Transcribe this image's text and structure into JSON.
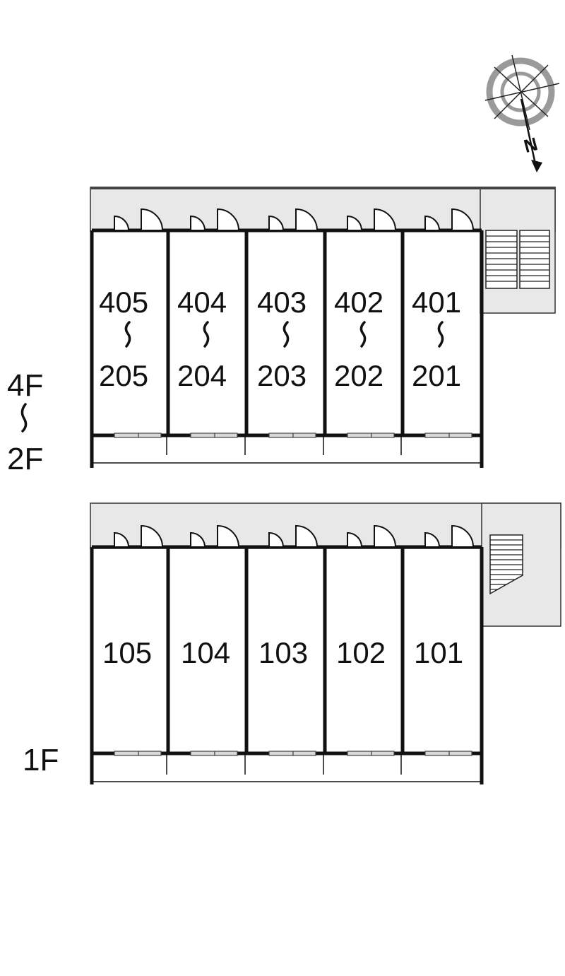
{
  "compass": {
    "north_label": "N"
  },
  "upper_floors": {
    "floor_label_top": "4F",
    "floor_label_bottom": "2F",
    "units": [
      {
        "top": "405",
        "bottom": "205"
      },
      {
        "top": "404",
        "bottom": "204"
      },
      {
        "top": "403",
        "bottom": "203"
      },
      {
        "top": "402",
        "bottom": "202"
      },
      {
        "top": "401",
        "bottom": "201"
      }
    ]
  },
  "ground_floor": {
    "floor_label": "1F",
    "units": [
      "105",
      "104",
      "103",
      "102",
      "101"
    ]
  },
  "colors": {
    "corridor": "#e8e8e8",
    "walls": "#111111",
    "background": "#ffffff"
  }
}
